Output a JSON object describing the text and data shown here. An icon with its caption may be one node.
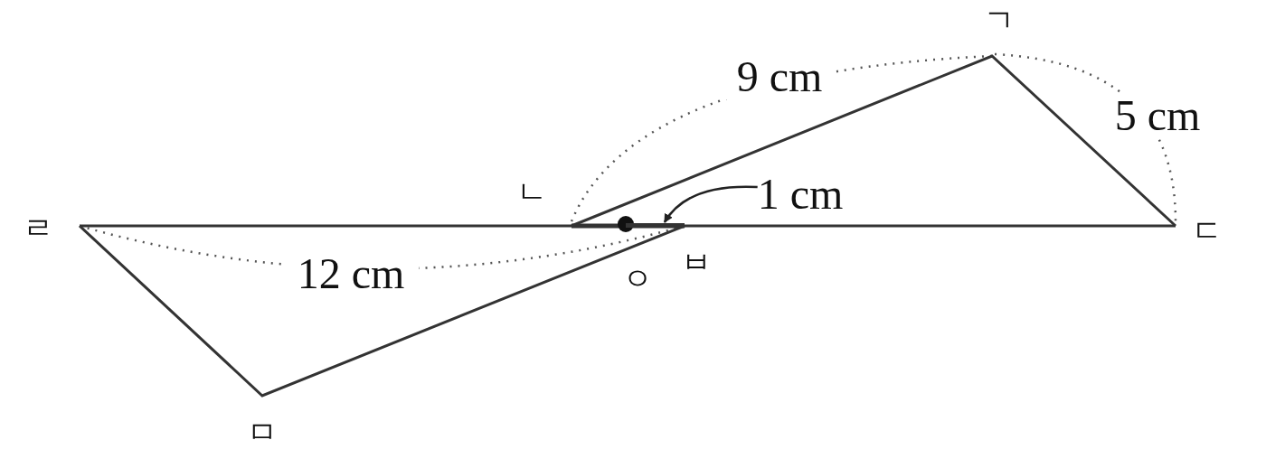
{
  "diagram": {
    "nodes": [
      {
        "text": [
          "1 cm"
        ]
      },
      {
        "text": [],
        "shape": "bar"
      }
    ],
    "edges": [
      {
        "from": 0,
        "to": 1,
        "arrow": "to"
      }
    ],
    "labels": [
      "ㄱ",
      "9 cm",
      "5 cm",
      "ㄴ",
      "ㄹ",
      "ㄷ",
      "12 cm",
      "ㅂ",
      "ㅇ",
      "ㅁ"
    ]
  }
}
